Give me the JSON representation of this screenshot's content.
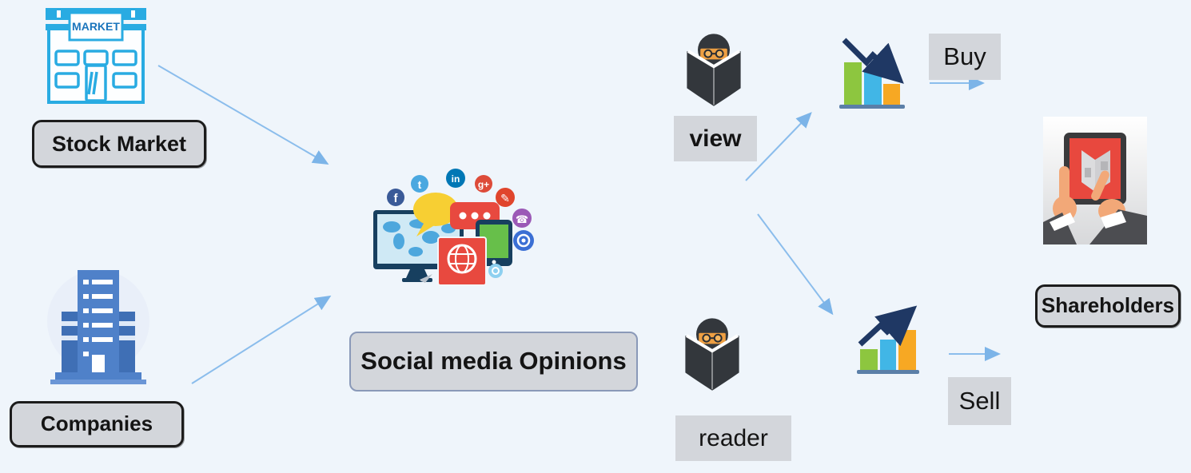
{
  "figure": {
    "type": "flow-diagram",
    "description": "Flow of social media opinions from stock market and companies to readers and shareholder buy/sell decisions",
    "background_color": "#eff5fb"
  },
  "nodes": {
    "stock_market": {
      "label": "Stock Market",
      "icon": "market-building-icon"
    },
    "companies": {
      "label": "Companies",
      "icon": "office-building-icon"
    },
    "social_media": {
      "label": "Social media Opinions",
      "icon": "social-media-collage-icon"
    },
    "view": {
      "label": "view",
      "icon": "person-reading-book-icon"
    },
    "reader": {
      "label": "reader",
      "icon": "person-reading-book-icon"
    },
    "buy": {
      "label": "Buy",
      "icon": "declining-bar-chart-icon"
    },
    "sell": {
      "label": "Sell",
      "icon": "rising-bar-chart-icon"
    },
    "shareholders": {
      "label": "Shareholders",
      "icon": "hands-holding-tablet-icon"
    }
  },
  "icon_text": {
    "market_sign": "MARKET"
  },
  "edges": [
    {
      "from": "stock_market",
      "to": "social_media"
    },
    {
      "from": "companies",
      "to": "social_media"
    },
    {
      "from": "view",
      "to": "declining_bar_chart"
    },
    {
      "from": "view",
      "to": "rising_bar_chart"
    },
    {
      "from": "buy",
      "to": "shareholders"
    },
    {
      "from": "rising_bar_chart_sell",
      "to": "shareholders"
    }
  ],
  "colors": {
    "background": "#eff5fb",
    "label_fill": "#d3d6db",
    "label_border_dark": "#1c1c1c",
    "social_label_border": "#8a99b8",
    "connector_arrow_blue": "#7cb4e8",
    "trend_arrow_navy": "#1f3864",
    "bar_green": "#8dc63f",
    "bar_blue": "#41b6e6",
    "bar_orange": "#f7a823",
    "chart_baseline": "#5b7fa8",
    "market_outline_blue": "#29abe2",
    "building_blue": "#4f81c9",
    "reader_dark": "#33373c",
    "reader_face_orange": "#ee9f42",
    "media_red": "#e8493f",
    "media_yellow": "#f7cf33",
    "media_green": "#67bf4a",
    "monitor_navy": "#173f5f",
    "tablet_red": "#e8483e",
    "hand_skin": "#f2a878"
  }
}
